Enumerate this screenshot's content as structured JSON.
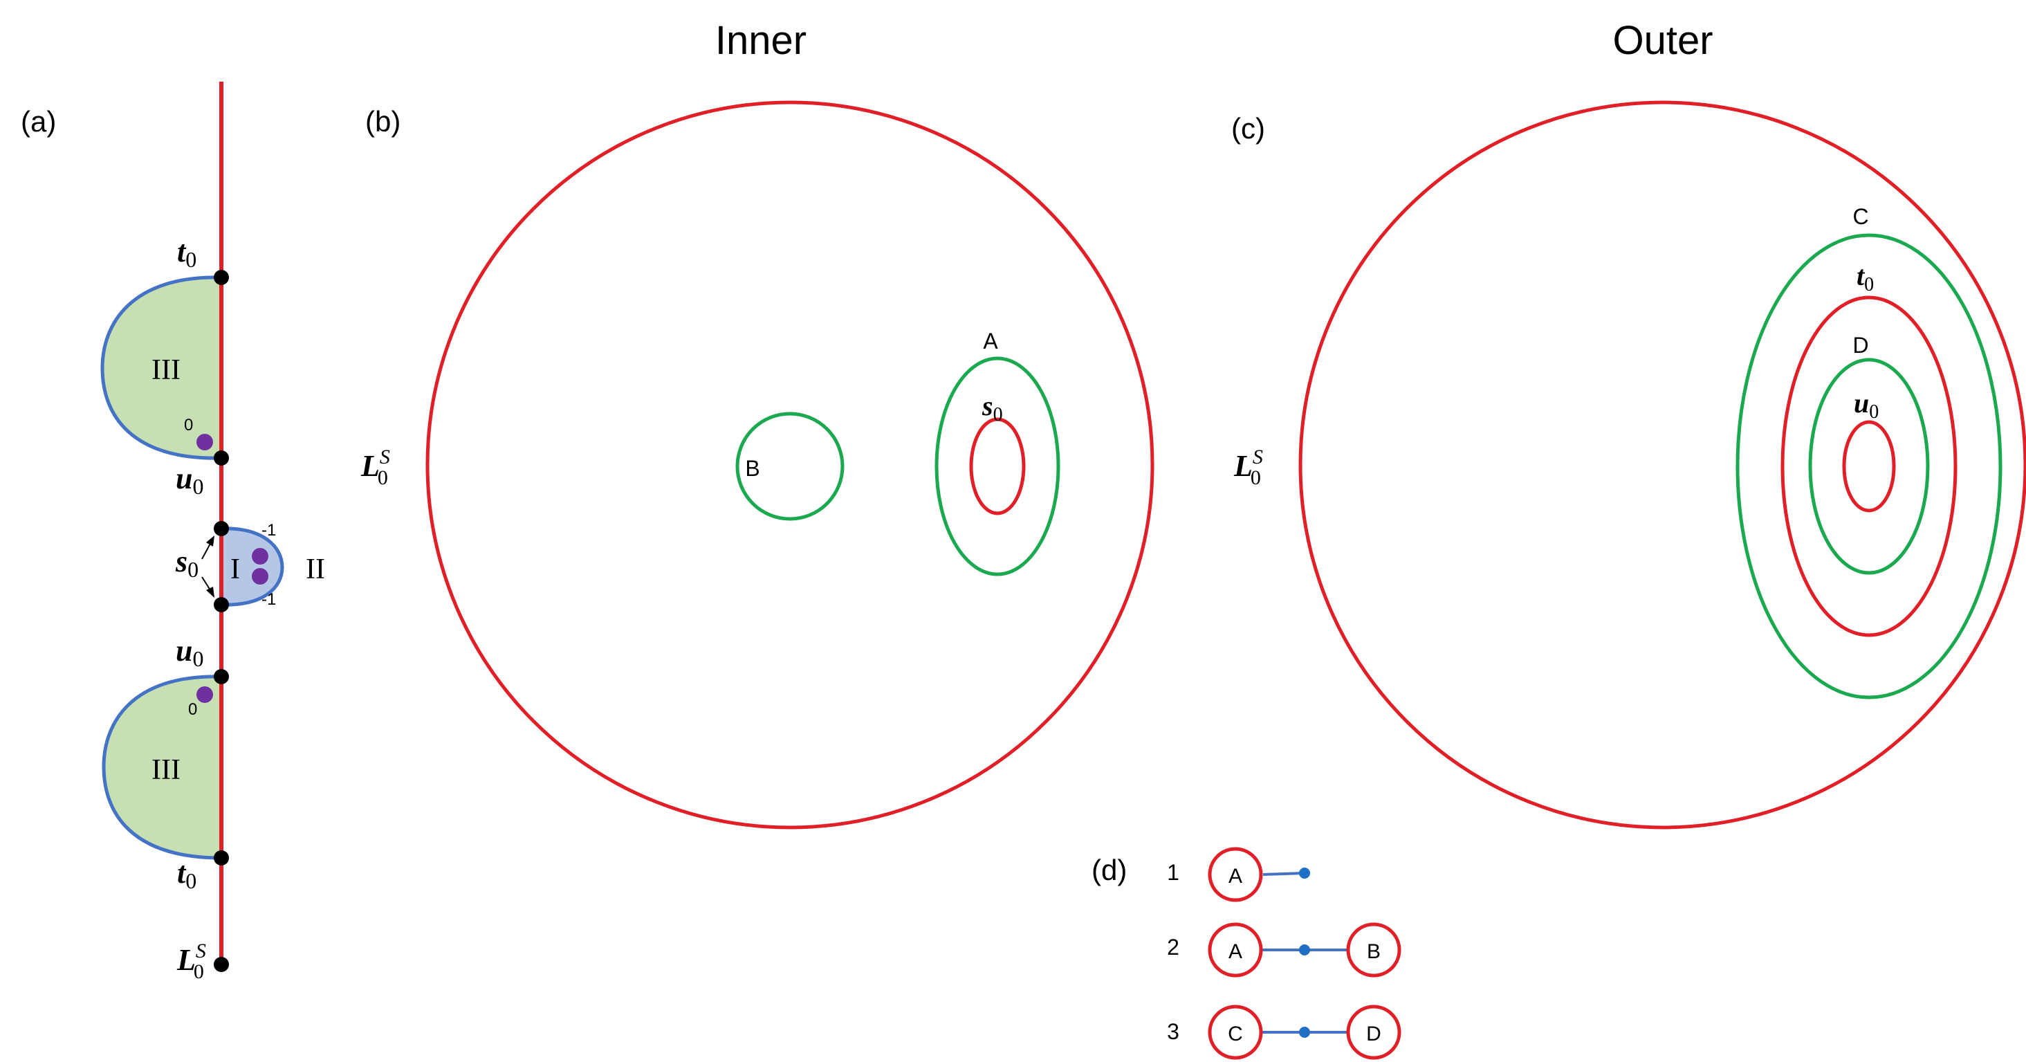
{
  "colors": {
    "red": "#e01f26",
    "green": "#1aa94e",
    "blue": "#4472c4",
    "light_green": "#c6e0b4",
    "light_blue": "#b4c7e7",
    "purple": "#7030a0",
    "dot_blue": "#1f6fc4",
    "black": "#000000"
  },
  "titles": {
    "inner": "Inner",
    "outer": "Outer"
  },
  "panel_labels": {
    "a": "(a)",
    "b": "(b)",
    "c": "(c)",
    "d": "(d)"
  },
  "panel_a": {
    "t0_top": {
      "sym": "t",
      "sub": "0"
    },
    "u0_upper": {
      "sym": "u",
      "sub": "0"
    },
    "s0": {
      "sym": "s",
      "sub": "0"
    },
    "u0_lower": {
      "sym": "u",
      "sub": "0"
    },
    "t0_bottom": {
      "sym": "t",
      "sub": "0"
    },
    "L0S": {
      "sym": "L",
      "sub": "0",
      "sup": "S"
    },
    "region_III_top": "III",
    "region_I": "I",
    "region_II": "II",
    "region_III_bottom": "III",
    "charge_top": "0",
    "charge_bottom": "0",
    "charge_I_upper": "-1",
    "charge_I_lower": "-1"
  },
  "panel_b": {
    "L0S": {
      "sym": "L",
      "sub": "0",
      "sup": "S"
    },
    "circle_A": "A",
    "circle_B": "B",
    "s0": {
      "sym": "s",
      "sub": "0"
    }
  },
  "panel_c": {
    "L0S": {
      "sym": "L",
      "sub": "0",
      "sup": "S"
    },
    "circle_C": "C",
    "t0": {
      "sym": "t",
      "sub": "0"
    },
    "circle_D": "D",
    "u0": {
      "sym": "u",
      "sub": "0"
    }
  },
  "panel_d": {
    "rows": [
      {
        "index": "1",
        "left": "A",
        "right": ""
      },
      {
        "index": "2",
        "left": "A",
        "right": "B"
      },
      {
        "index": "3",
        "left": "C",
        "right": "D"
      }
    ]
  }
}
